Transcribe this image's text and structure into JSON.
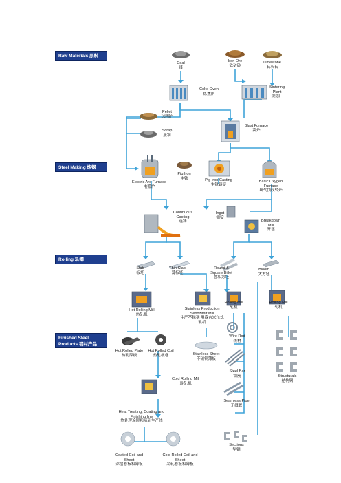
{
  "colors": {
    "line": "#3fa3d8",
    "banner": "#1f3f8f",
    "steel": "#9aa4b0",
    "ore": "#8a6a3a",
    "fire": "#f0a020"
  },
  "banners": {
    "raw_materials": "Raw Materials 原料",
    "steel_making": "Steel Making 炼钢",
    "rolling": "Rolling 轧钢",
    "finished_steel_1": "Finished Steel",
    "finished_steel_2": "Products 钢材产品"
  },
  "nodes": {
    "coal": {
      "en": "Coal",
      "zh": "煤"
    },
    "iron_ore": {
      "en": "Iron Ore",
      "zh": "铁矿砂"
    },
    "limestone": {
      "en": "Limestone",
      "zh": "石灰石"
    },
    "coke_oven": {
      "en": "Coke Oven",
      "zh": "炼焦炉"
    },
    "sintering_plant": {
      "en": "Sintering Plant",
      "zh": "烧结厂"
    },
    "pellet": {
      "en": "Pellet",
      "zh": "球团矿"
    },
    "scrap": {
      "en": "Scrap",
      "zh": "废钢"
    },
    "blast_furnace": {
      "en": "Blast Furnace",
      "zh": "高炉"
    },
    "electric_arc_furnace": {
      "en": "Electric Arc Furnace",
      "zh": "电弧炉"
    },
    "pig_iron": {
      "en": "Pig Iron",
      "zh": "生铁"
    },
    "pig_iron_casting": {
      "en": "Pig Iron Casting",
      "zh": "生铁铸锭"
    },
    "basic_oxygen_furnace": {
      "en": "Basic Oxygen Furnace",
      "zh": "氧气顶吹转炉"
    },
    "continuous_casting": {
      "en": "Continuous Casting",
      "zh": "连铸"
    },
    "ingot": {
      "en": "Ingot",
      "zh": "钢锭"
    },
    "breakdown_mill": {
      "en": "Breakdown Mill",
      "zh": "开坯"
    },
    "slab": {
      "en": "Slab",
      "zh": "板坯"
    },
    "thin_slab": {
      "en": "Thin Slab",
      "zh": "薄板坯"
    },
    "round_square_billet": {
      "en": "Round & Square Billet",
      "zh": "圆和方坯"
    },
    "bloom": {
      "en": "Bloom",
      "zh": "大方坯"
    },
    "hot_rolling_mill": {
      "en": "Hot Rolling Mill",
      "zh": "热轧机"
    },
    "stainless_production": {
      "en": "Stainless Production Sendzimir Mill",
      "zh": "生产不锈钢 用森吉米尔式轧机"
    },
    "rolling_mill_a": {
      "en": "Rolling Mill",
      "zh": "轧机"
    },
    "rolling_mill_b": {
      "en": "Rolling Mill",
      "zh": "轧机"
    },
    "hot_rolled_plate": {
      "en": "Hot Rolled Plate",
      "zh": "热轧厚板"
    },
    "hot_rolled_coil": {
      "en": "Hot Rolled Coil",
      "zh": "热轧板卷"
    },
    "stainless_sheet": {
      "en": "Stainless Sheet",
      "zh": "不锈钢薄板"
    },
    "wire_rod": {
      "en": "Wire Rod",
      "zh": "线材"
    },
    "steel_bar": {
      "en": "Steel Bar",
      "zh": "钢筋"
    },
    "structurals": {
      "en": "Structurals",
      "zh": "结构钢"
    },
    "cold_rolling_mill": {
      "en": "Cold Rolling Mill",
      "zh": "冷轧机"
    },
    "seamless_pipe": {
      "en": "Seamless Pipe",
      "zh": "无缝管"
    },
    "heat_treating": {
      "en": "Heat Treating, Coating and Finishing line",
      "zh": "热处理涂层和精轧生产线"
    },
    "sections": {
      "en": "Sections",
      "zh": "型钢"
    },
    "coated_coil": {
      "en": "Coated Coil and Sheet",
      "zh": "涂层卷板和薄板"
    },
    "cold_rolled_coil": {
      "en": "Cold Rolled Coil and Sheet",
      "zh": "冷轧卷板和薄板"
    }
  }
}
